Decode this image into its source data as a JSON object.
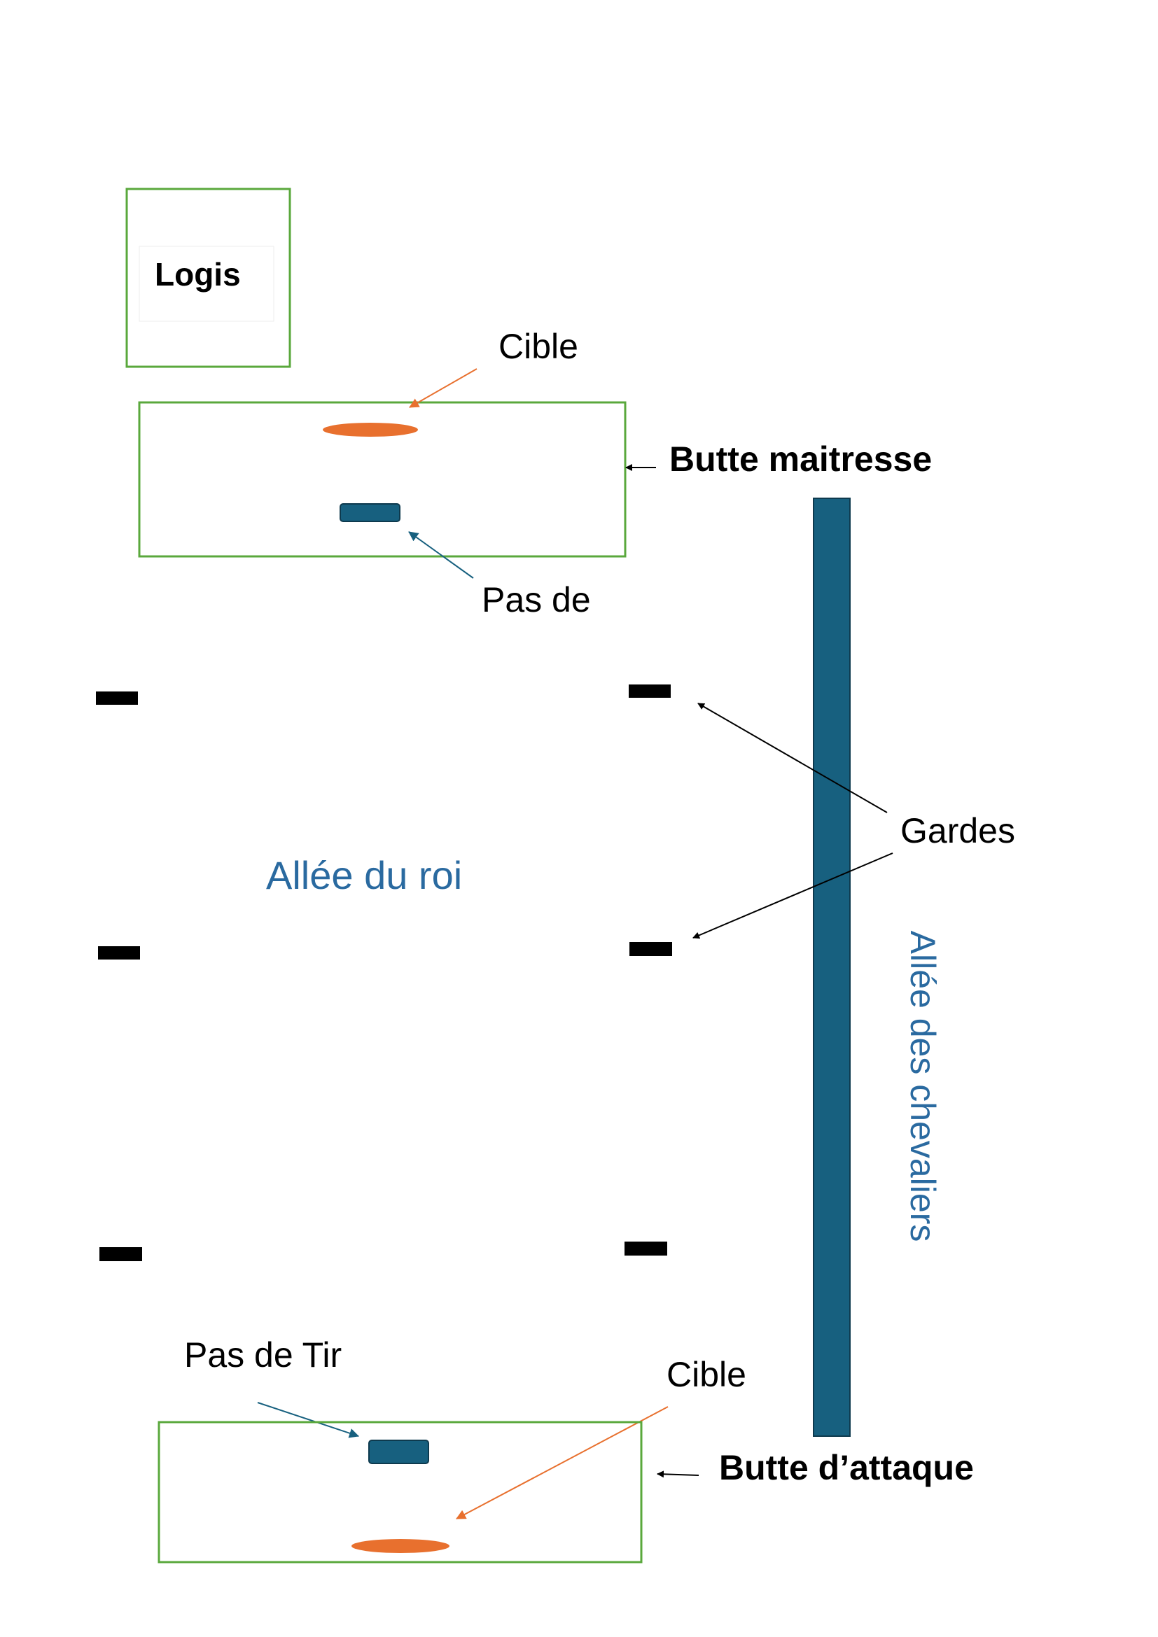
{
  "labels": {
    "logis": "Logis",
    "cible_top": "Cible",
    "butte_maitresse": "Butte maitresse",
    "pas_de_top": "Pas de",
    "gardes": "Gardes",
    "allee_du_roi": "Allée du roi",
    "allee_des_chevaliers": "Allée des chevaliers",
    "pas_de_tir": "Pas de Tir",
    "cible_bottom": "Cible",
    "butte_attaque": "Butte d’attaque"
  },
  "colors": {
    "zone_border": "#5aa83c",
    "target": "#e8702e",
    "shooting_spot": "#17607f",
    "alley_bar": "#17607f",
    "alley_text": "#2a6aa0",
    "guard": "#000000",
    "annotation_arrow": "#000000"
  }
}
